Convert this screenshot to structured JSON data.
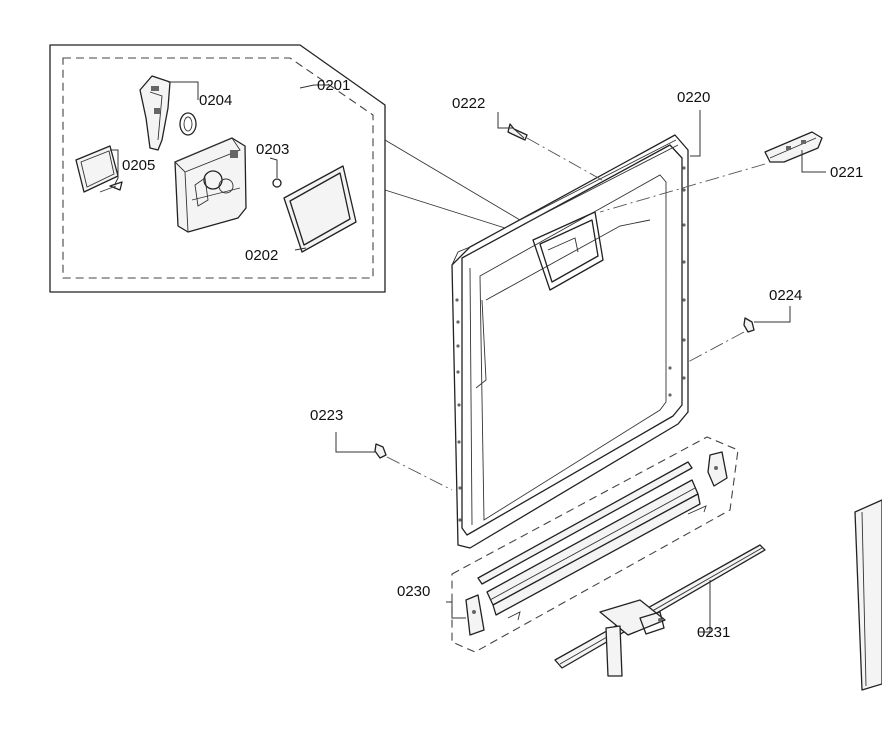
{
  "parts": {
    "p0201": "0201",
    "p0202": "0202",
    "p0203": "0203",
    "p0204": "0204",
    "p0205": "0205",
    "p0220": "0220",
    "p0221": "0221",
    "p0222": "0222",
    "p0223": "0223",
    "p0224": "0224",
    "p0230": "0230",
    "p0231": "0231"
  }
}
